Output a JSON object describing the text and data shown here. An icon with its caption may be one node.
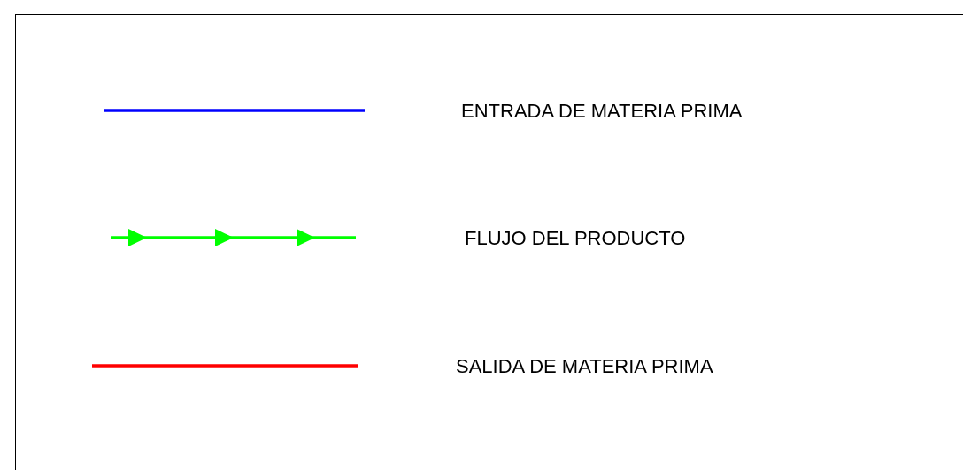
{
  "diagram": {
    "legend": [
      {
        "text": "ENTRADA DE MATERIA PRIMA"
      },
      {
        "text": "FLUJO DEL PRODUCTO"
      },
      {
        "text": "SALIDA DE MATERIA PRIMA"
      }
    ]
  }
}
